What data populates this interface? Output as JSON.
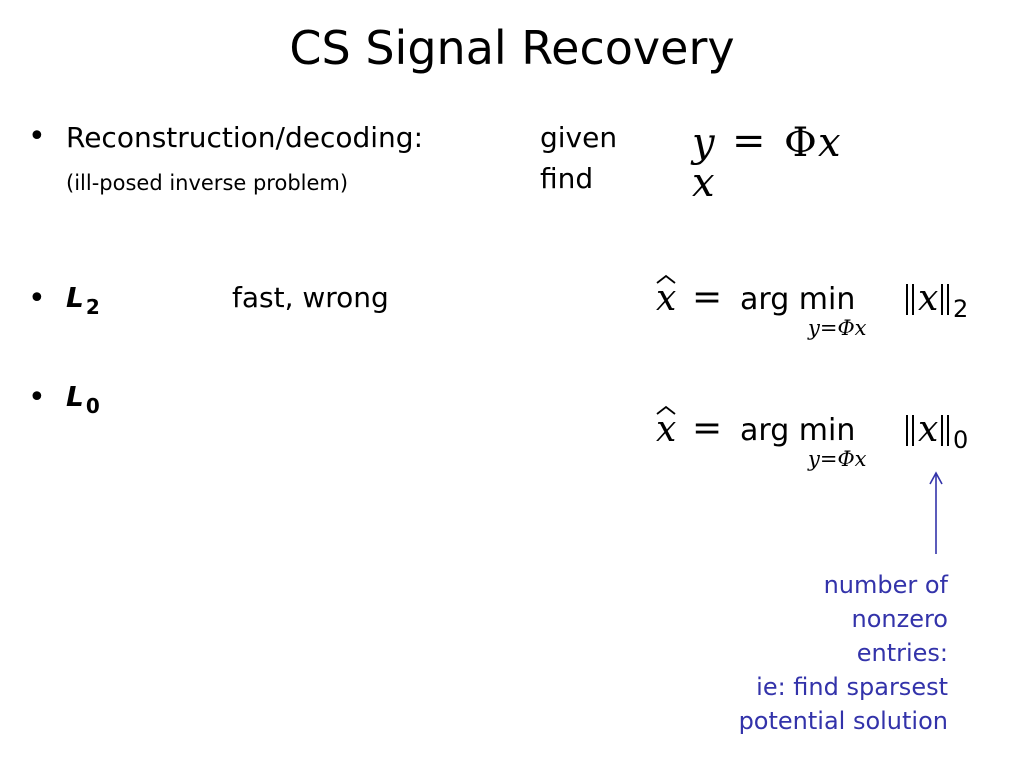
{
  "title": "CS Signal Recovery",
  "bullets": {
    "reconstruction": {
      "label": "Reconstruction/decoding:",
      "sublabel": "(ill-posed inverse problem)",
      "given_label": "given",
      "find_label": "find",
      "given_eq": {
        "lhs": "y",
        "eq": "=",
        "op": "Φ",
        "var": "x"
      },
      "find_var": "x"
    },
    "l2": {
      "symbol": "L",
      "subscript": "2",
      "desc": "fast, wrong",
      "formula": {
        "xhat": "x",
        "eq": "=",
        "argmin": "arg min",
        "constraint": "y=Φx",
        "norm_var": "x",
        "norm_sub": "2"
      }
    },
    "l0": {
      "symbol": "L",
      "subscript": "0",
      "formula": {
        "xhat": "x",
        "eq": "=",
        "argmin": "arg min",
        "constraint": "y=Φx",
        "norm_var": "x",
        "norm_sub": "0"
      }
    }
  },
  "annotation": {
    "lines": [
      "number of",
      "nonzero",
      "entries:",
      "ie: find sparsest",
      "potential solution"
    ],
    "color": "#3333aa"
  }
}
